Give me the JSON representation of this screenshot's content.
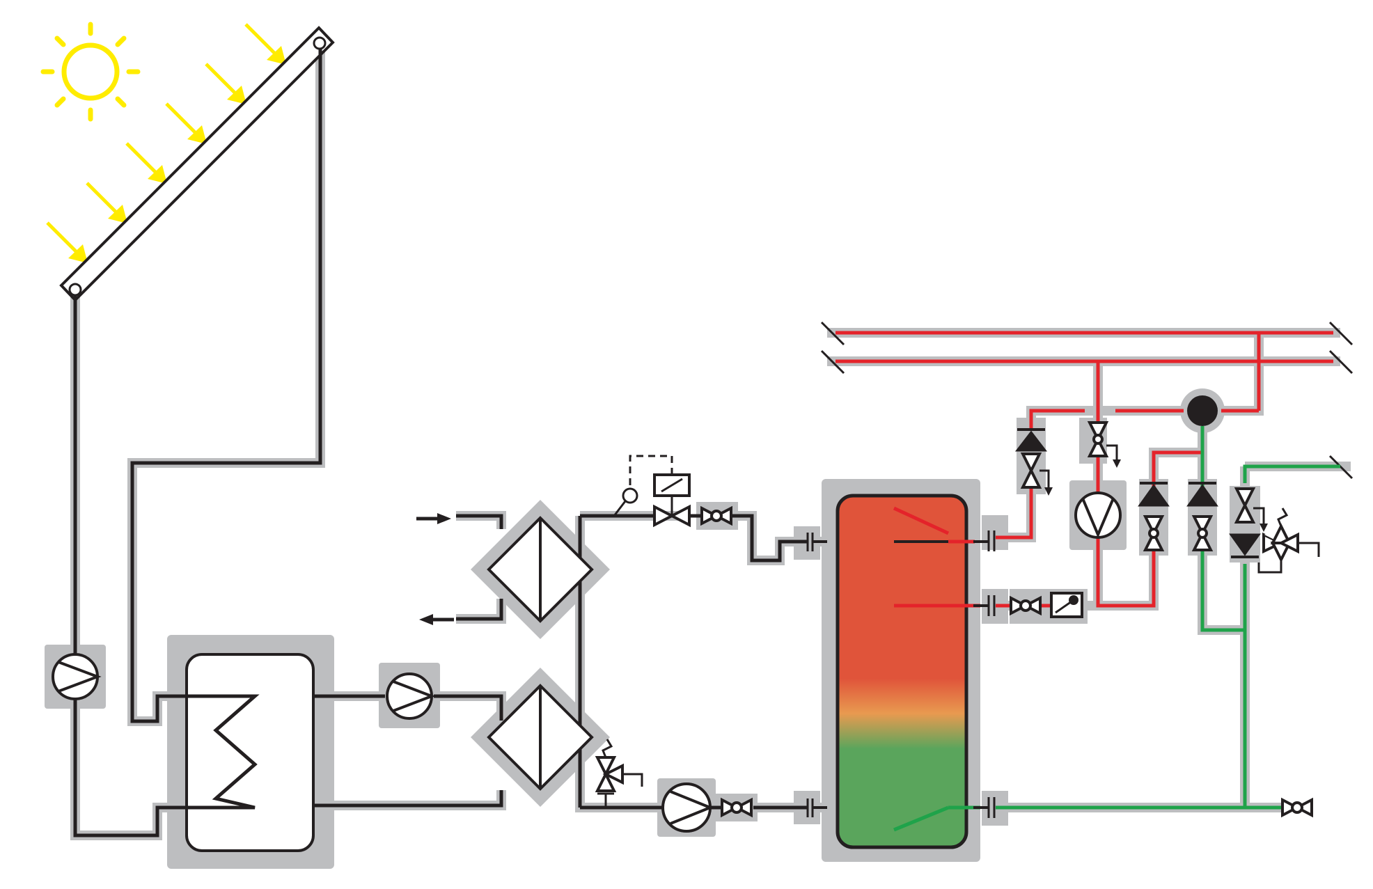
{
  "diagram": {
    "palette": {
      "pipe": "#231f20",
      "halo": "#bdbec0",
      "hot_water": "#e4232a",
      "cold_water": "#1fa34a",
      "sun": "#ffec00",
      "tank_top": "#e0543a",
      "tank_middle": "#e89a50",
      "tank_bottom": "#5aa55c"
    },
    "components": [
      {
        "id": "sun",
        "icon": "sun-icon"
      },
      {
        "id": "solar-collector",
        "icon": "collector-panel"
      },
      {
        "id": "collector-pump",
        "icon": "pump-icon"
      },
      {
        "id": "buffer-tank-with-coil",
        "icon": "tank-coil-icon"
      },
      {
        "id": "buffer-pump",
        "icon": "pump-icon"
      },
      {
        "id": "heat-exchanger-upper",
        "icon": "heat-exchanger-icon"
      },
      {
        "id": "heat-exchanger-lower",
        "icon": "heat-exchanger-icon"
      },
      {
        "id": "motorized-valve",
        "icon": "motor-valve-icon"
      },
      {
        "id": "temperature-sensor",
        "icon": "sensor-icon"
      },
      {
        "id": "safety-valve",
        "icon": "safety-valve-icon"
      },
      {
        "id": "charging-pump",
        "icon": "pump-icon"
      },
      {
        "id": "stratified-storage-tank",
        "icon": "storage-tank-icon"
      },
      {
        "id": "circulation-pump",
        "icon": "pump-icon"
      },
      {
        "id": "check-valves",
        "icon": "check-valve-icon"
      },
      {
        "id": "shutoff-valves",
        "icon": "ball-valve-icon"
      },
      {
        "id": "mixing-junction",
        "icon": "junction-dot-icon"
      },
      {
        "id": "thermostatic-valve",
        "icon": "thermostat-valve-icon"
      }
    ]
  }
}
